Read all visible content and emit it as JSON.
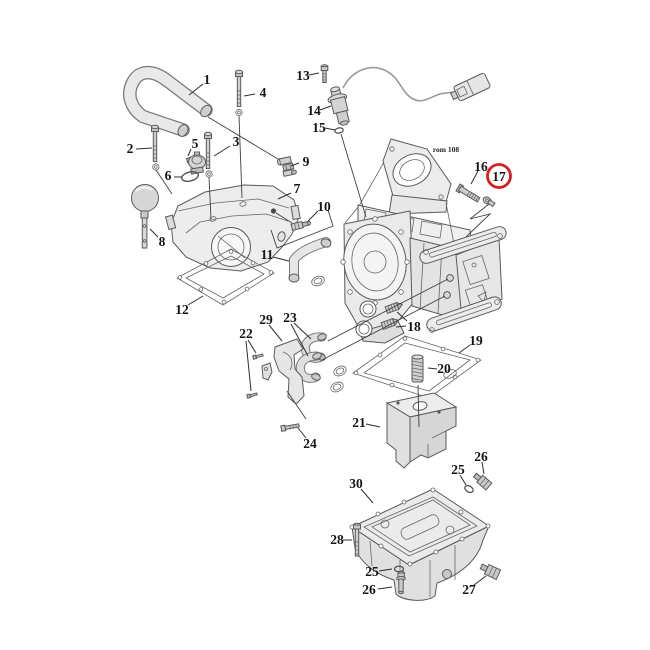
{
  "colors": {
    "highlight": "#d81d1d",
    "line": "#2e2e2e"
  },
  "note": "rom 108",
  "callouts": {
    "c1": "1",
    "c2": "2",
    "c3": "3",
    "c4": "4",
    "c5": "5",
    "c6": "6",
    "c7": "7",
    "c8": "8",
    "c9": "9",
    "c10": "10",
    "c11": "11",
    "c12": "12",
    "c13": "13",
    "c14": "14",
    "c15": "15",
    "c16": "16",
    "c17": "17",
    "c18": "18",
    "c19": "19",
    "c20": "20",
    "c21": "21",
    "c22": "22",
    "c23": "23",
    "c24": "24",
    "c25a": "25",
    "c26a": "26",
    "c25b": "25",
    "c26b": "26",
    "c27": "27",
    "c28": "28",
    "c29": "29",
    "c30": "30"
  }
}
